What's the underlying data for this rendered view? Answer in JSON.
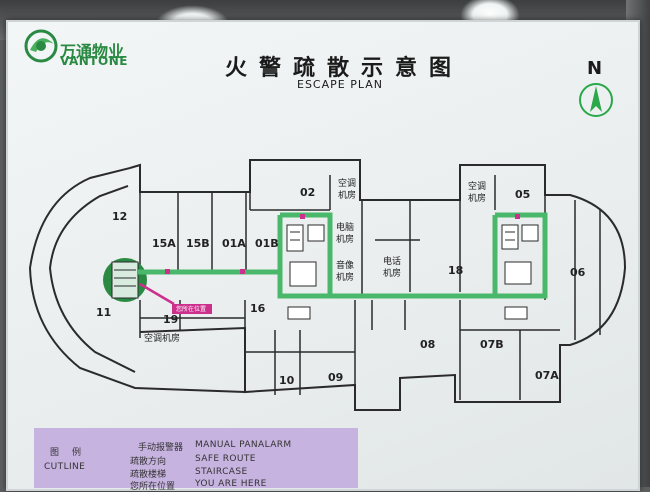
{
  "logo": {
    "cn": "万通物业",
    "en": "VANTONE"
  },
  "title": {
    "cn": "火警疏散示意图",
    "en": "ESCAPE PLAN"
  },
  "north": "N",
  "rooms": {
    "r02": "02",
    "r05": "05",
    "r06": "06",
    "r07a": "07A",
    "r07b": "07B",
    "r08": "08",
    "r09": "09",
    "r10": "10",
    "r11": "11",
    "r12": "12",
    "r15a": "15A",
    "r15b": "15B",
    "r01a": "01A",
    "r01b": "01B",
    "r16": "16",
    "r18": "18",
    "r19": "19"
  },
  "service_rooms": {
    "ac1_a": "空调",
    "ac1_b": "机房",
    "ac2_a": "空调",
    "ac2_b": "机房",
    "ac3": "空调机房",
    "comp_a": "电脑",
    "comp_b": "机房",
    "audio_a": "音像",
    "audio_b": "机房",
    "tel_a": "电话",
    "tel_b": "机房"
  },
  "you_are_here_tag": "您所在位置",
  "legend": {
    "cn_a": "图",
    "cn_b": "例",
    "label": "CUTLINE",
    "items": [
      {
        "cn": "手动报警器",
        "en": "MANUAL PANALARM",
        "color": "#d0308a"
      },
      {
        "cn": "疏散方向",
        "en": "SAFE ROUTE",
        "color": "#2aa84a"
      },
      {
        "cn": "疏散楼梯",
        "en": "STAIRCASE",
        "color": "#333333"
      },
      {
        "cn": "您所在位置",
        "en": "YOU ARE HERE",
        "color": "#d0308a"
      }
    ]
  },
  "colors": {
    "route": "#49b86a",
    "wall": "#2b2b2b",
    "marker": "#cc2f8c",
    "legend_bg": "#c7b3e0",
    "brand": "#2a8a43"
  }
}
